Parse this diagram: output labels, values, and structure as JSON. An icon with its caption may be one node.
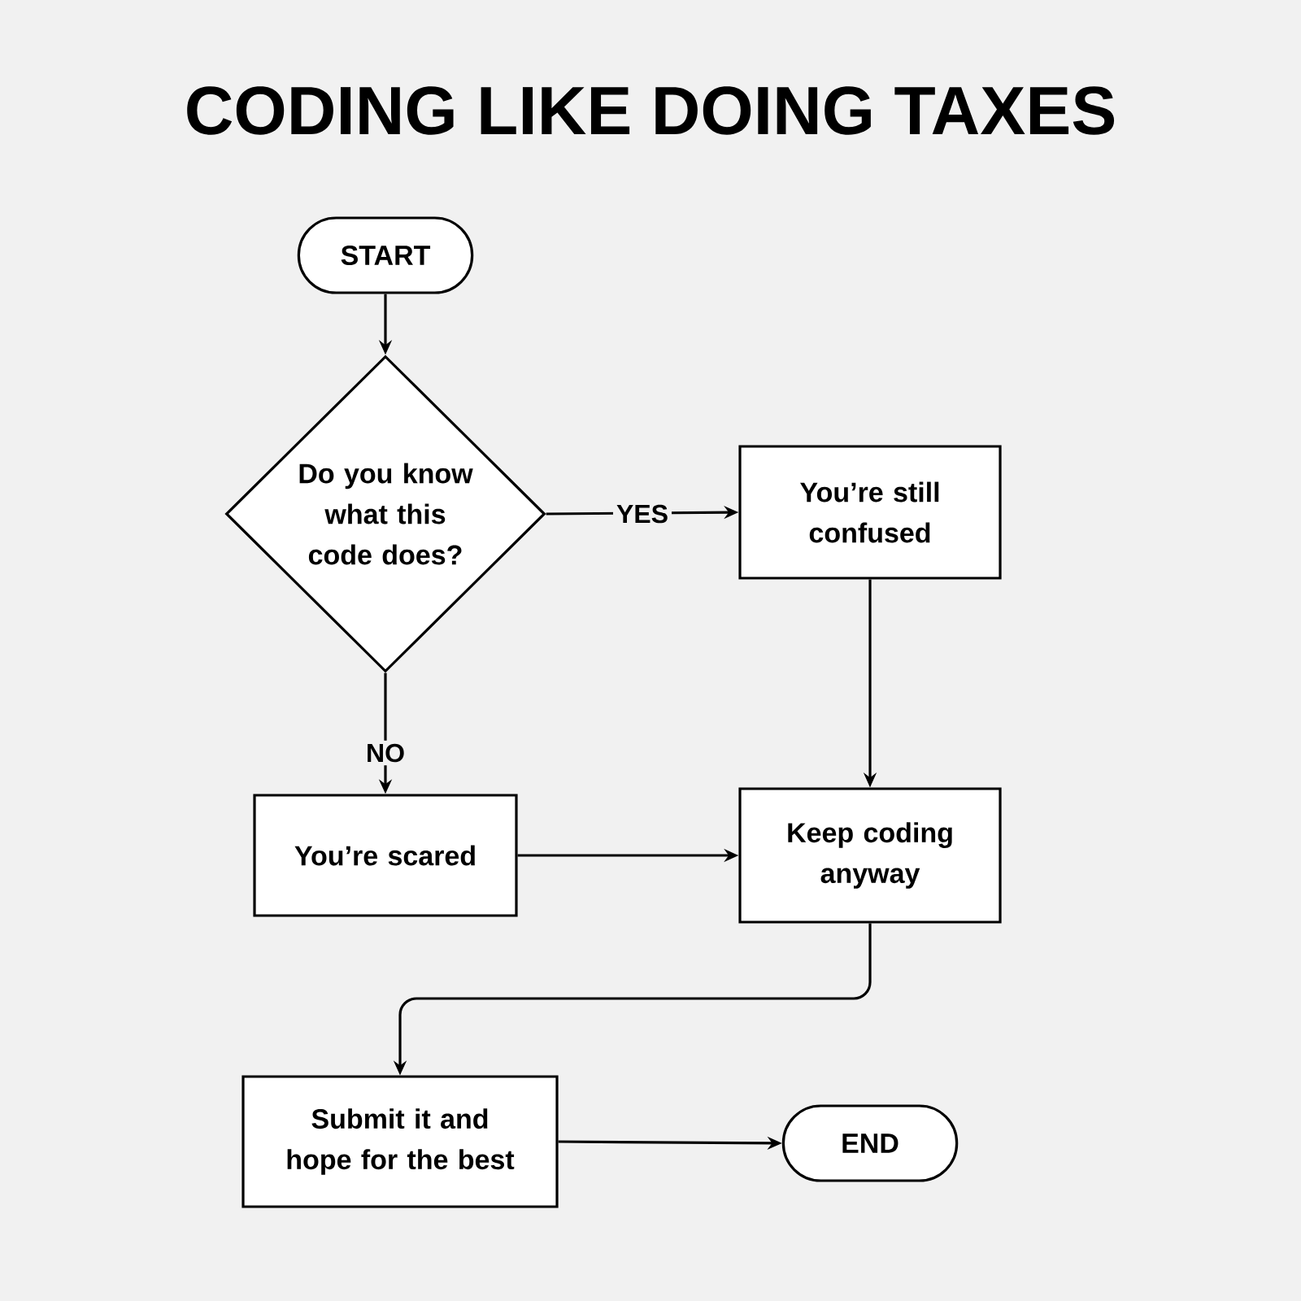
{
  "diagram": {
    "title": "CODING LIKE DOING TAXES",
    "nodes": [
      {
        "text": [
          "START"
        ]
      },
      {
        "text": [
          "Do you know what this code does?"
        ]
      },
      {
        "text": [
          "You’re still confused"
        ]
      },
      {
        "text": [
          "You’re scared"
        ]
      },
      {
        "text": [
          "Keep coding anyway"
        ]
      },
      {
        "text": [
          "Submit it and hope for the best"
        ]
      },
      {
        "text": [
          "END"
        ]
      }
    ],
    "edges": [
      {
        "from": 0,
        "to": 1,
        "arrow": "to"
      },
      {
        "from": 1,
        "to": 2,
        "arrow": "to",
        "label": "YES"
      },
      {
        "from": 1,
        "to": 3,
        "arrow": "to",
        "label": "NO"
      },
      {
        "from": 2,
        "to": 4,
        "arrow": "to"
      },
      {
        "from": 3,
        "to": 4,
        "arrow": "to"
      },
      {
        "from": 4,
        "to": 5,
        "arrow": "to"
      },
      {
        "from": 5,
        "to": 6,
        "arrow": "to"
      }
    ]
  }
}
